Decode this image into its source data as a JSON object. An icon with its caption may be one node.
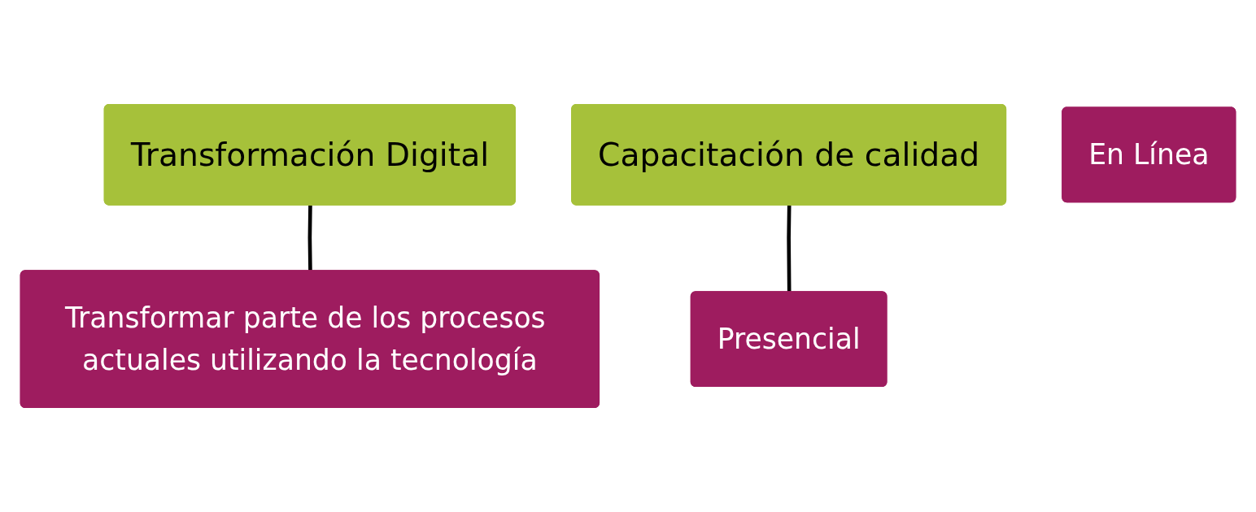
{
  "diagram": {
    "nodes": [
      {
        "text": [
          "Transformación Digital"
        ]
      },
      {
        "text": [
          "Transformar parte de los procesos actuales utilizando la tecnología"
        ]
      },
      {
        "text": [
          "Capacitación de calidad"
        ]
      },
      {
        "text": [
          "Presencial"
        ]
      },
      {
        "text": [
          "En Línea"
        ]
      }
    ],
    "edges": [
      {
        "from": 0,
        "to": 1,
        "arrow": "none"
      },
      {
        "from": 2,
        "to": 3,
        "arrow": "none"
      }
    ]
  }
}
